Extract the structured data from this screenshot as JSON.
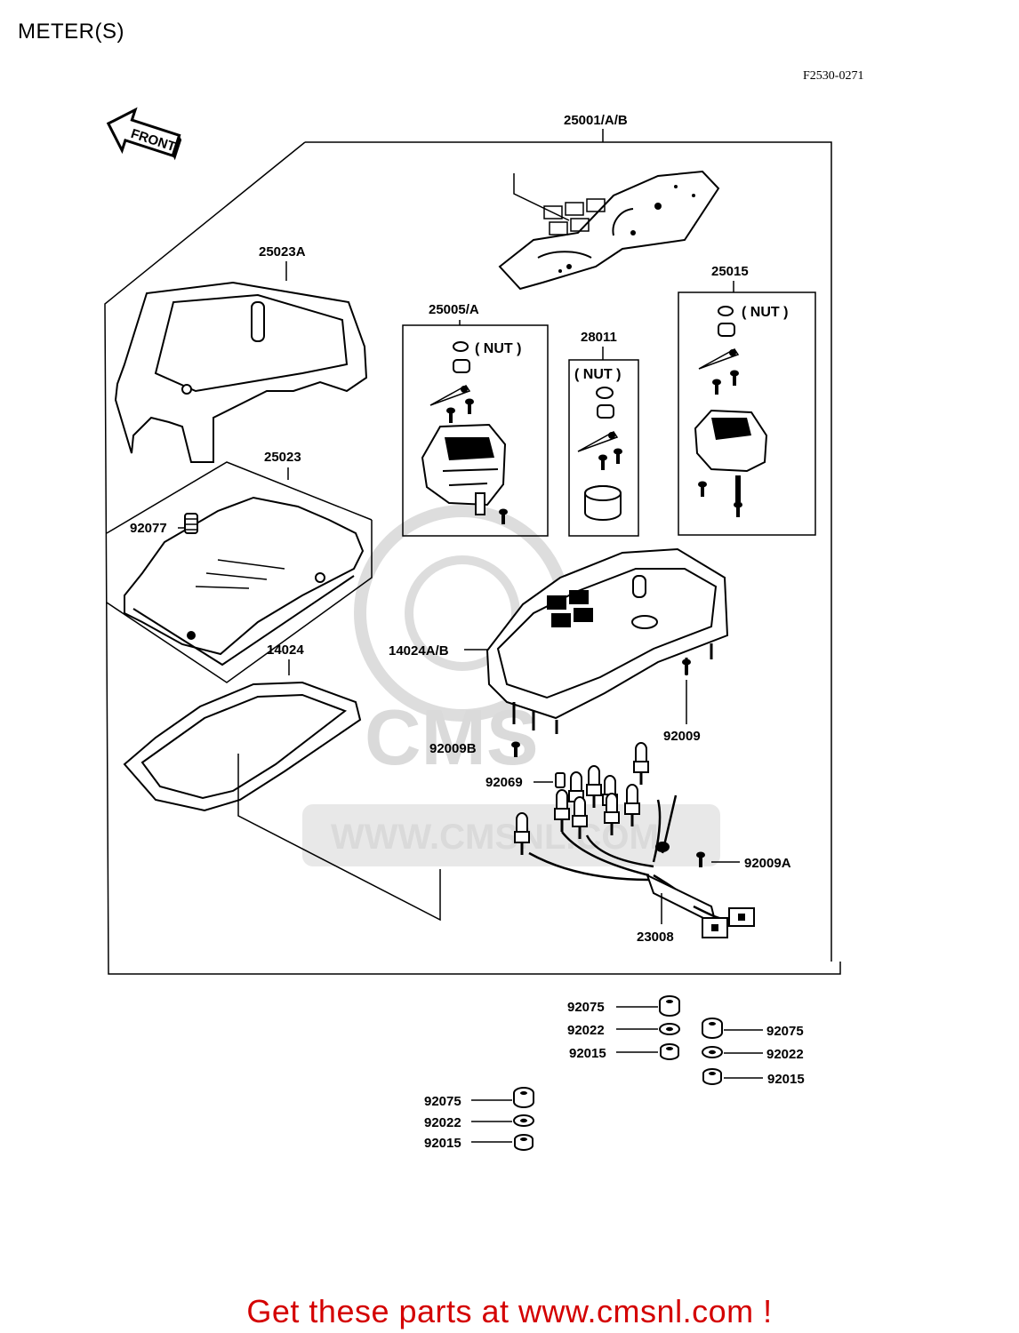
{
  "page_title": "METER(S)",
  "diagram_ref": "F2530-0271",
  "front_label": "FRONT",
  "watermark": "WWW.CMSNL.COM",
  "cta": "Get these parts at www.cmsnl.com !",
  "nut_label": "NUT",
  "parts": {
    "p25001": "25001/A/B",
    "p25023A": "25023A",
    "p25023": "25023",
    "p25005": "25005/A",
    "p28011": "28011",
    "p25015": "25015",
    "p92077": "92077",
    "p14024": "14024",
    "p14024AB": "14024A/B",
    "p92009": "92009",
    "p92009B": "92009B",
    "p92069": "92069",
    "p92009A": "92009A",
    "p23008": "23008",
    "g1_92075": "92075",
    "g1_92022": "92022",
    "g1_92015": "92015",
    "g2_92075": "92075",
    "g2_92022": "92022",
    "g2_92015": "92015",
    "g3_92075": "92075",
    "g3_92022": "92022",
    "g3_92015": "92015"
  }
}
